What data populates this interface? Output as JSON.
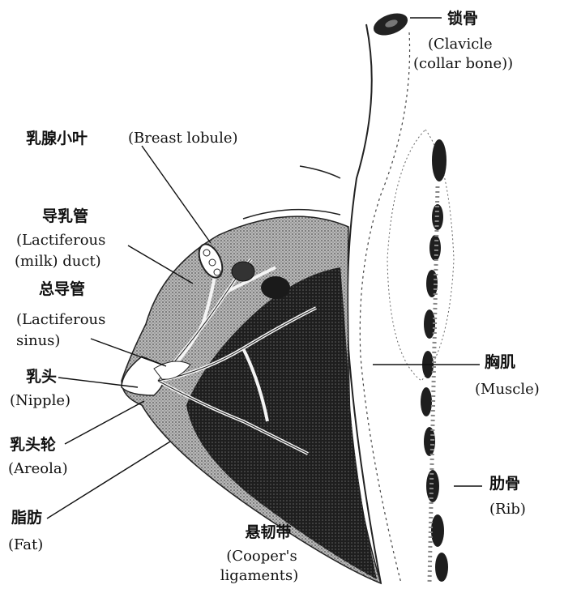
{
  "labels": {
    "clavicle": {
      "cn": "锁骨",
      "en1": "(Clavicle",
      "en2": "(collar bone))"
    },
    "lobule": {
      "cn": "乳腺小叶",
      "en": "(Breast lobule)"
    },
    "duct": {
      "cn": "导乳管",
      "en1": "(Lactiferous",
      "en2": "(milk) duct)"
    },
    "sinus": {
      "cn": "总导管",
      "en1": "(Lactiferous",
      "en2": "sinus)"
    },
    "nipple": {
      "cn": "乳头",
      "en": "(Nipple)"
    },
    "areola": {
      "cn": "乳头轮",
      "en": "(Areola)"
    },
    "fat": {
      "cn": "脂肪",
      "en": "(Fat)"
    },
    "cooper": {
      "cn": "悬韧带",
      "en1": "(Cooper's",
      "en2": "ligaments)"
    },
    "muscle": {
      "cn": "胸肌",
      "en": "(Muscle)"
    },
    "rib": {
      "cn": "肋骨",
      "en": "(Rib)"
    }
  },
  "colors": {
    "ink": "#111111",
    "tissue": "#9a9a9a",
    "dark": "#2a2a2a",
    "paper": "#ffffff"
  }
}
